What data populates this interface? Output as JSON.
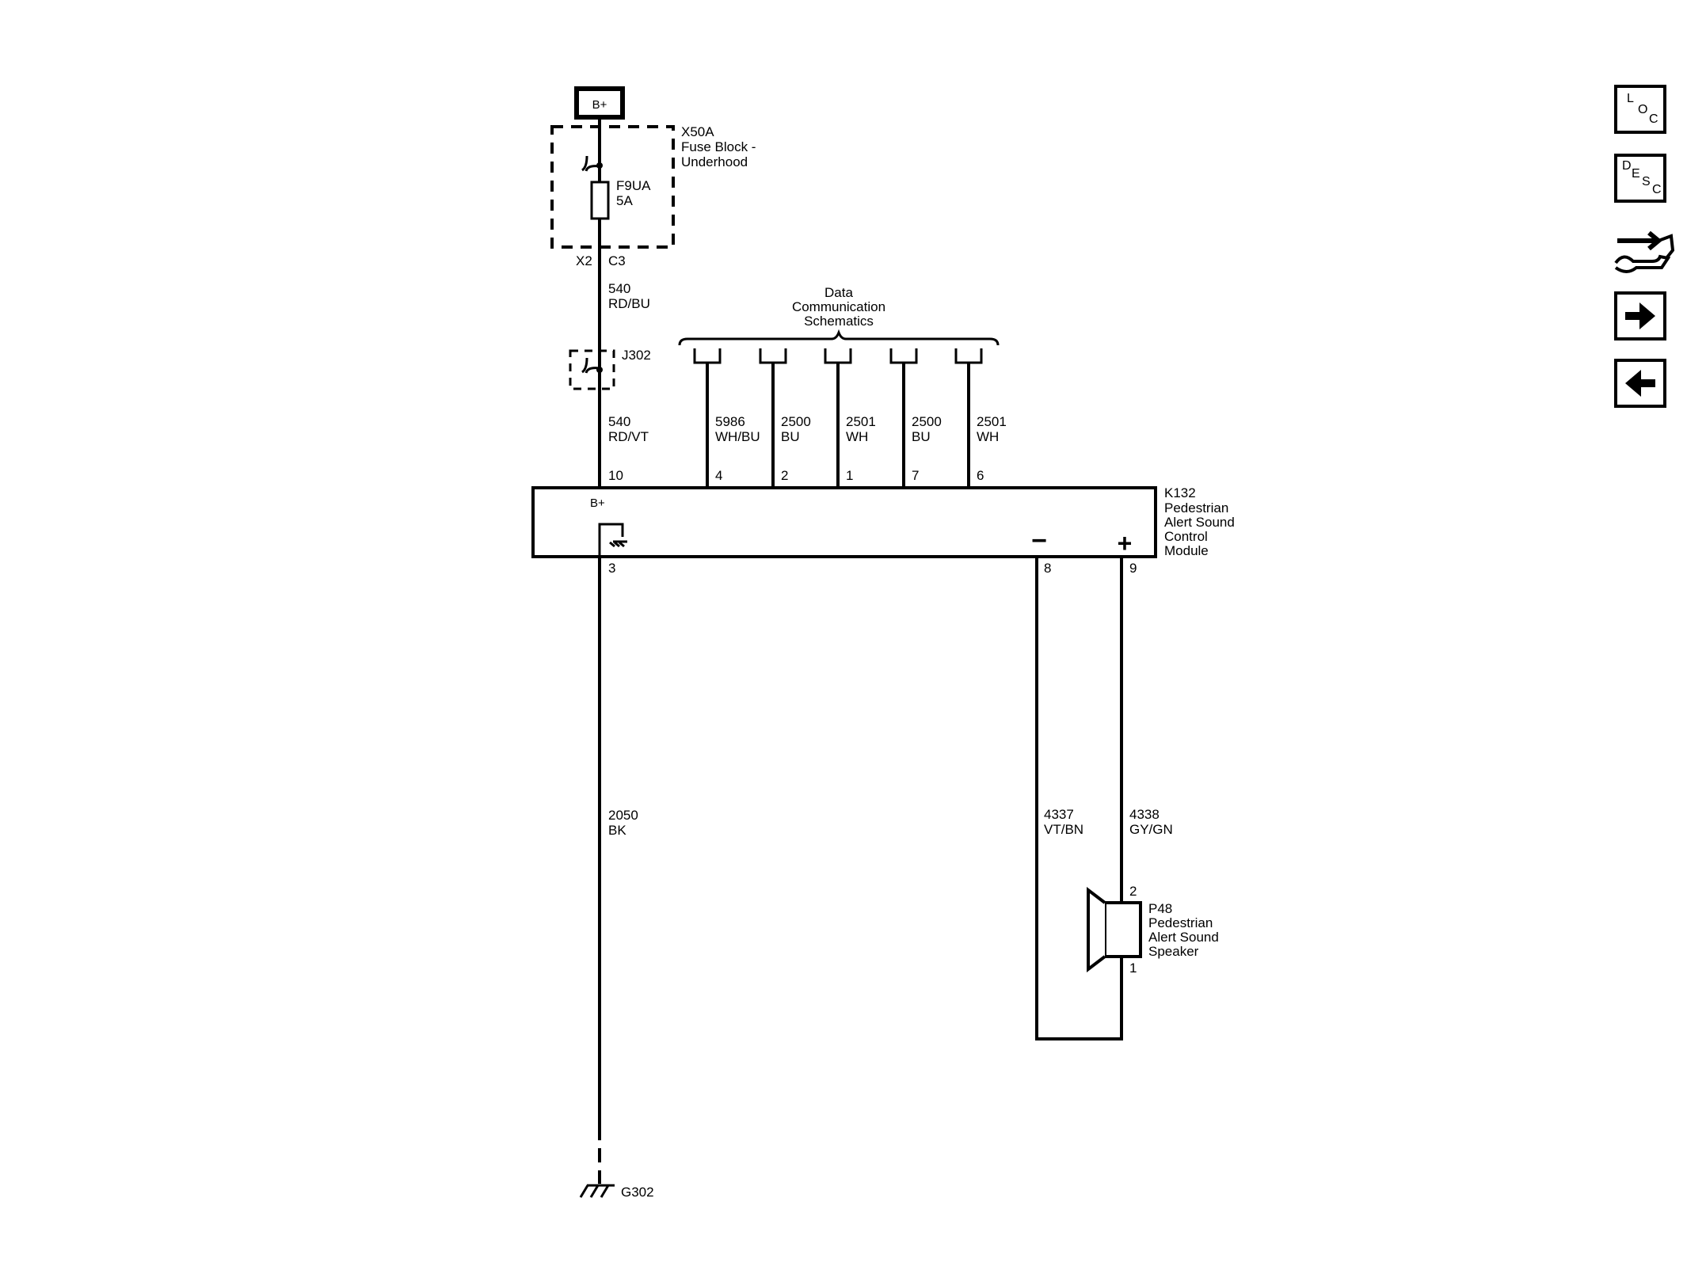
{
  "power": {
    "source_label": "B+"
  },
  "fuse_block": {
    "id": "X50A",
    "name_line1": "Fuse Block -",
    "name_line2": "Underhood",
    "fuse_id": "F9UA",
    "fuse_rating": "5A",
    "conn_left": "X2",
    "conn_right": "C3"
  },
  "wires": {
    "w540a": {
      "circuit": "540",
      "color": "RD/BU"
    },
    "w540b": {
      "circuit": "540",
      "color": "RD/VT"
    },
    "w2050": {
      "circuit": "2050",
      "color": "BK"
    },
    "w4337": {
      "circuit": "4337",
      "color": "VT/BN"
    },
    "w4338": {
      "circuit": "4338",
      "color": "GY/GN"
    }
  },
  "splice": {
    "id": "J302"
  },
  "data_comm": {
    "line1": "Data",
    "line2": "Communication",
    "line3": "Schematics"
  },
  "data_lines": [
    {
      "circuit": "5986",
      "color": "WH/BU",
      "pin": "4"
    },
    {
      "circuit": "2500",
      "color": "BU",
      "pin": "2"
    },
    {
      "circuit": "2501",
      "color": "WH",
      "pin": "1"
    },
    {
      "circuit": "2500",
      "color": "BU",
      "pin": "7"
    },
    {
      "circuit": "2501",
      "color": "WH",
      "pin": "6"
    }
  ],
  "module": {
    "id": "K132",
    "line1": "Pedestrian",
    "line2": "Alert Sound",
    "line3": "Control",
    "line4": "Module",
    "bplus_label": "B+",
    "pin_bplus": "10",
    "pin_ground": "3",
    "pin_minus": "8",
    "pin_plus": "9",
    "minus_sign": "−",
    "plus_sign": "+"
  },
  "speaker": {
    "id": "P48",
    "line1": "Pedestrian",
    "line2": "Alert Sound",
    "line3": "Speaker",
    "pin_top": "2",
    "pin_bottom": "1"
  },
  "ground": {
    "id": "G302"
  },
  "nav": {
    "loc": {
      "l1": "L",
      "l2": "O",
      "l3": "C"
    },
    "desc": {
      "l1": "D",
      "l2": "E",
      "l3": "S",
      "l4": "C"
    }
  }
}
